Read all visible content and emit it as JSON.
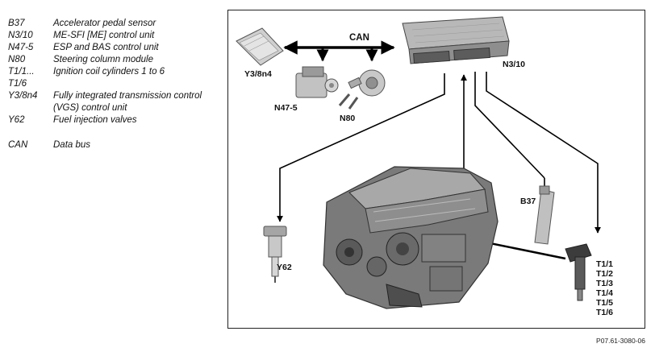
{
  "legend": [
    {
      "code": "B37",
      "desc": "Accelerator pedal sensor"
    },
    {
      "code": "N3/10",
      "desc": "ME-SFI [ME] control unit"
    },
    {
      "code": "N47-5",
      "desc": "ESP and BAS control unit"
    },
    {
      "code": "N80",
      "desc": "Steering column module"
    },
    {
      "code": "T1/1...",
      "desc": "Ignition coil cylinders 1 to 6"
    },
    {
      "code": "T1/6",
      "desc": ""
    },
    {
      "code": "Y3/8n4",
      "desc": "Fully integrated transmission control (VGS) control unit"
    },
    {
      "code": "Y62",
      "desc": "Fuel injection valves"
    }
  ],
  "legend_can": {
    "code": "CAN",
    "desc": "Data bus"
  },
  "diagram": {
    "can_label": "CAN",
    "labels": {
      "y3": "Y3/8n4",
      "n47": "N47-5",
      "n80": "N80",
      "n310": "N3/10",
      "b37": "B37",
      "y62": "Y62",
      "t1": [
        "T1/1",
        "T1/2",
        "T1/3",
        "T1/4",
        "T1/5",
        "T1/6"
      ]
    }
  },
  "footer": "P07.61-3080-06",
  "colors": {
    "line": "#000000",
    "engine": "#6e6e6e",
    "component": "#bdbdbd"
  }
}
